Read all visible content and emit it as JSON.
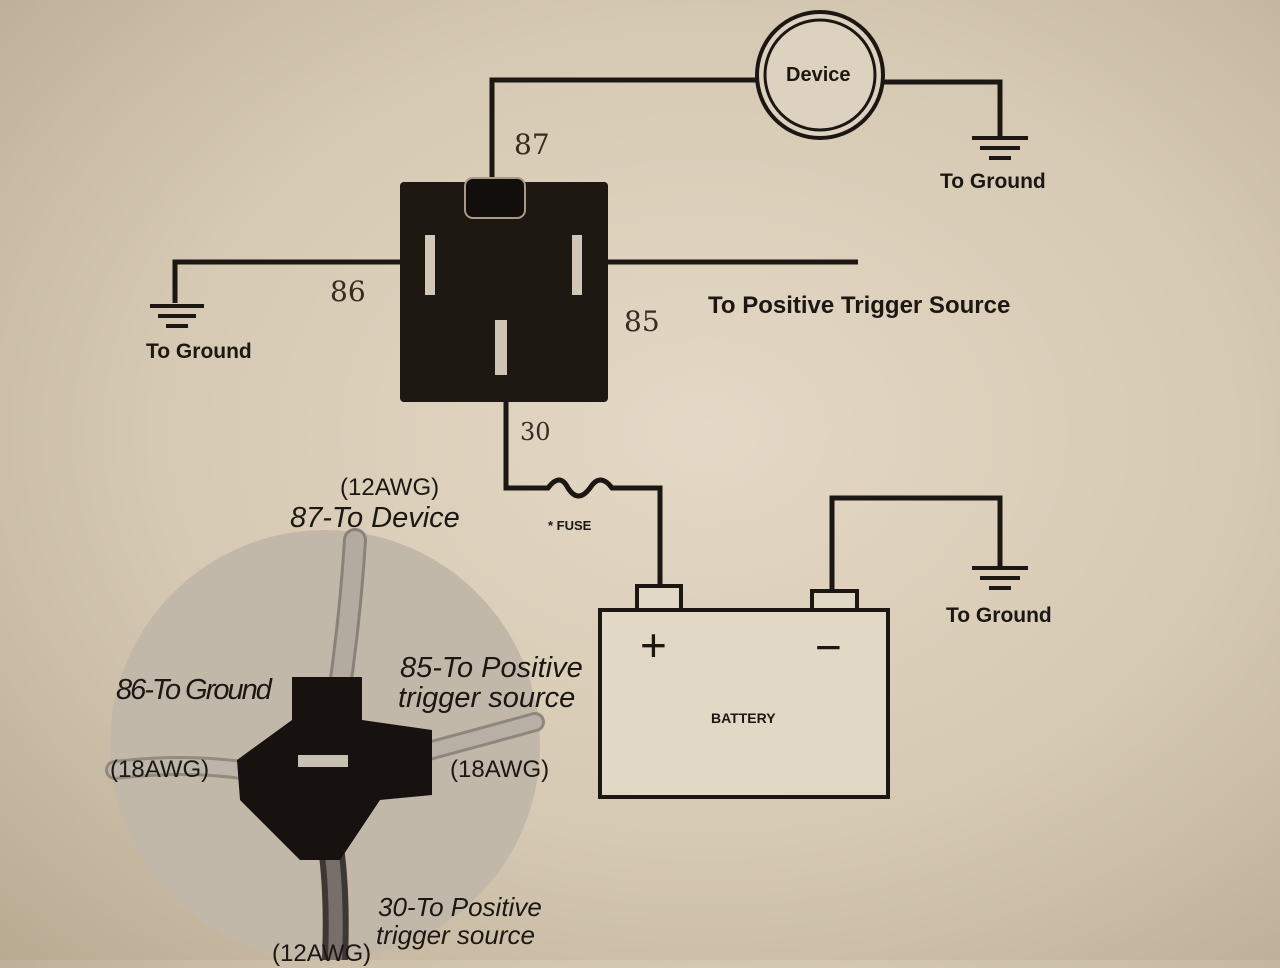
{
  "schematic": {
    "device_label": "Device",
    "ground_top_right": "To Ground",
    "ground_left": "To Ground",
    "ground_battery": "To Ground",
    "trigger_label": "To Positive Trigger Source",
    "fuse_label": "* FUSE",
    "battery_label": "BATTERY",
    "battery_plus": "+",
    "battery_minus": "−"
  },
  "handwritten": {
    "pin87": "87",
    "pin86": "86",
    "pin85": "85",
    "pin30": "30"
  },
  "connector_photo": {
    "top_gauge": "(12AWG)",
    "top_label": "87-To Device",
    "left_label": "86-To Ground",
    "left_gauge": "(18AWG)",
    "right_label_1": "85-To Positive",
    "right_label_2": "trigger source",
    "right_gauge": "(18AWG)",
    "bottom_label_1": "30-To Positive",
    "bottom_label_2": "trigger source",
    "bottom_gauge": "(12AWG)"
  }
}
